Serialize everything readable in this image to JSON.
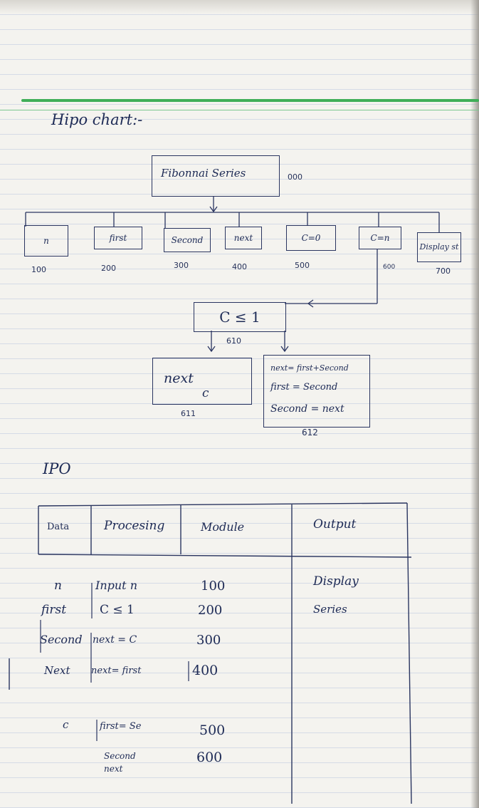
{
  "hipo": {
    "heading": "Hipo chart:-",
    "root": {
      "label": "Fibonnai Series",
      "code": "000"
    },
    "modules": [
      {
        "label": "n",
        "code": "100"
      },
      {
        "label": "first",
        "code": "200"
      },
      {
        "label": "Second",
        "code": "300"
      },
      {
        "label": "next",
        "code": "400"
      },
      {
        "label": "C=0",
        "code": "500"
      },
      {
        "label": "C=n",
        "code": "600"
      },
      {
        "label": "Display st",
        "code": "700"
      }
    ],
    "loop": {
      "label": "C ≤ 1",
      "code": "610"
    },
    "leaf_left": {
      "label_main": "next",
      "label_sub": "c",
      "code": "611"
    },
    "leaf_right": {
      "line1": "next= first+Second",
      "line2": "first = Second",
      "line3": "Second = next",
      "code": "612"
    }
  },
  "ipo": {
    "heading": "IPO",
    "headers": {
      "data": "Data",
      "processing": "Procesing",
      "module": "Module",
      "output": "Output"
    },
    "rows": [
      {
        "data": "n",
        "processing": "Input n",
        "module": "100",
        "output": "Display"
      },
      {
        "data": "first",
        "processing": "C ≤ 1",
        "module": "200",
        "output": "Series"
      },
      {
        "data": "Second",
        "processing": "next = C",
        "module": "300",
        "output": ""
      },
      {
        "data": "Next",
        "processing": "next= first",
        "module": "400",
        "output": ""
      },
      {
        "data": "c",
        "processing": "first= Se",
        "module": "500",
        "output": ""
      },
      {
        "data": "",
        "processing": "Second next",
        "module": "600",
        "output": ""
      }
    ]
  }
}
